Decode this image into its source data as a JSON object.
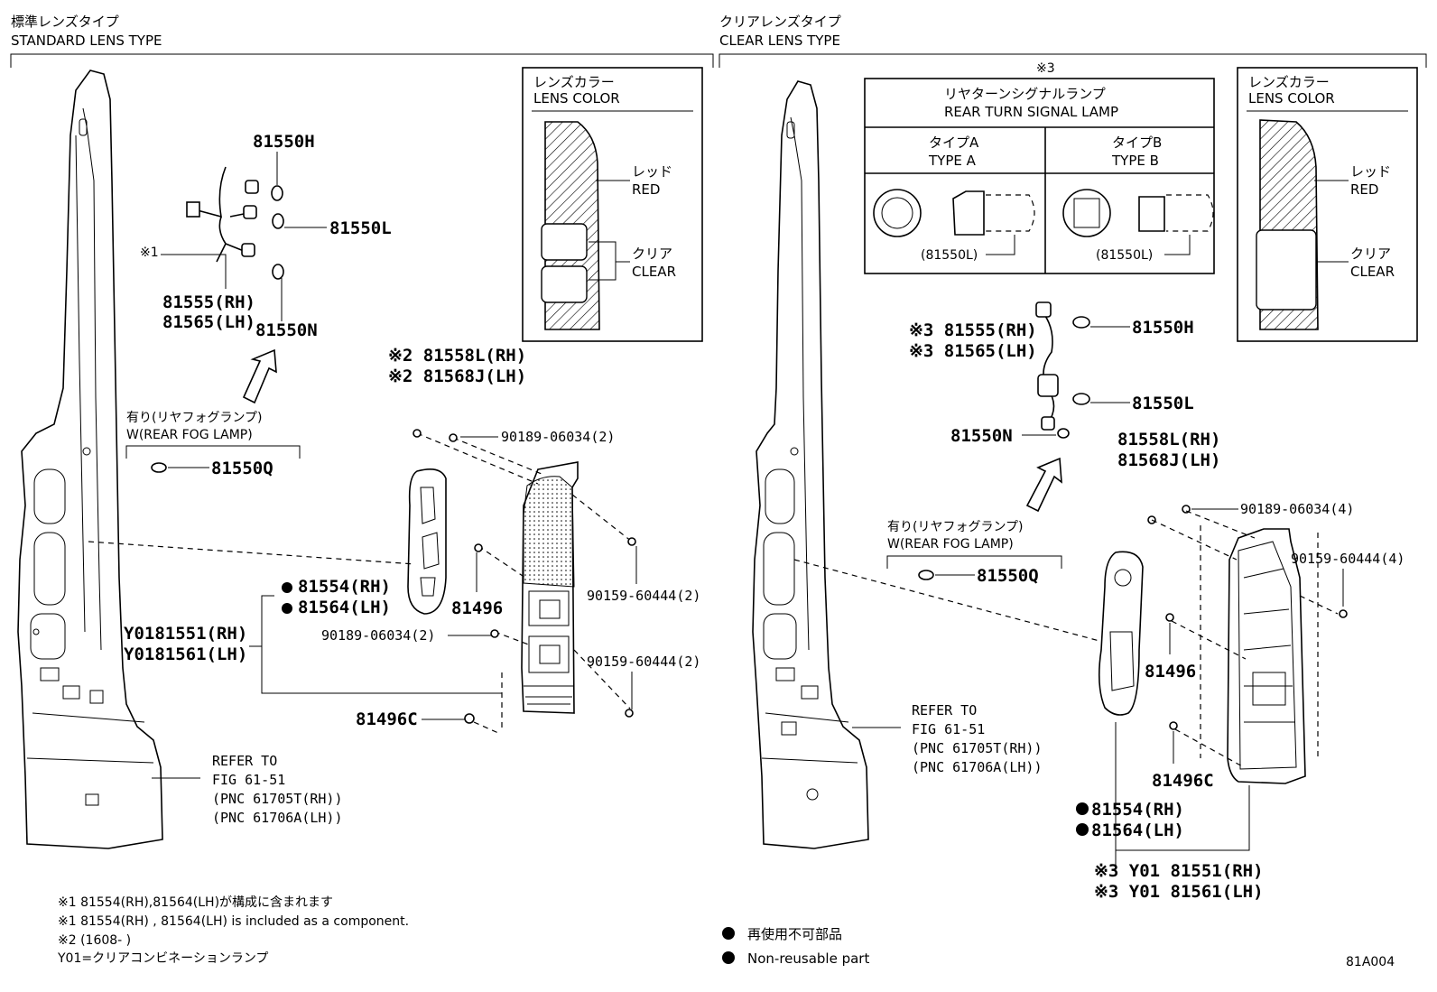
{
  "left": {
    "header_jp": "標準レンズタイプ",
    "header_en": "STANDARD LENS TYPE",
    "lens_color": {
      "title_jp": "レンズカラー",
      "title_en": "LENS COLOR",
      "red_jp": "レッド",
      "red_en": "RED",
      "clear_jp": "クリア",
      "clear_en": "CLEAR"
    },
    "parts": {
      "p81550h": "81550H",
      "p81550l": "81550L",
      "mark1": "※1",
      "p81555": "81555(RH)",
      "p81565": "81565(LH)",
      "p81550n": "81550N",
      "fog_jp": "有り(リヤフォグランプ)",
      "fog_en": "W(REAR FOG LAMP)",
      "p81550q": "81550Q",
      "p81558l": "※2 81558L(RH)",
      "p81568j": "※2 81568J(LH)",
      "p90189a": "90189-06034(2)",
      "p90159a": "90159-60444(2)",
      "p81554": "81554(RH)",
      "p81564": "81564(LH)",
      "p81496": "81496",
      "y81551": "Y0181551(RH)",
      "y81561": "Y0181561(LH)",
      "p90189b": "90189-06034(2)",
      "p90159b": "90159-60444(2)",
      "p81496c": "81496C",
      "refer1": "REFER TO",
      "refer2": "FIG 61-51",
      "refer3": "(PNC 61705T(RH))",
      "refer4": "(PNC 61706A(LH))"
    }
  },
  "right": {
    "header_jp": "クリアレンズタイプ",
    "header_en": "CLEAR LENS TYPE",
    "mark3": "※3",
    "turn_signal": {
      "title_jp": "リヤターンシグナルランプ",
      "title_en": "REAR TURN SIGNAL LAMP",
      "type_a_jp": "タイプA",
      "type_a_en": "TYPE A",
      "type_b_jp": "タイプB",
      "type_b_en": "TYPE B",
      "bulb_a": "(81550L)",
      "bulb_b": "(81550L)"
    },
    "lens_color": {
      "title_jp": "レンズカラー",
      "title_en": "LENS COLOR",
      "red_jp": "レッド",
      "red_en": "RED",
      "clear_jp": "クリア",
      "clear_en": "CLEAR"
    },
    "parts": {
      "p81555": "※3 81555(RH)",
      "p81565": "※3 81565(LH)",
      "p81550h": "81550H",
      "p81550l": "81550L",
      "p81550n": "81550N",
      "p81558l": "81558L(RH)",
      "p81568j": "81568J(LH)",
      "p90189": "90189-06034(4)",
      "fog_jp": "有り(リヤフォグランプ)",
      "fog_en": "W(REAR FOG LAMP)",
      "p90159": "90159-60444(4)",
      "p81550q": "81550Q",
      "p81496": "81496",
      "refer1": "REFER TO",
      "refer2": "FIG 61-51",
      "refer3": "(PNC 61705T(RH))",
      "refer4": "(PNC 61706A(LH))",
      "p81496c": "81496C",
      "p81554": "81554(RH)",
      "p81564": "81564(LH)",
      "y81551": "※3 Y01 81551(RH)",
      "y81561": "※3 Y01 81561(LH)"
    }
  },
  "notes": {
    "n1": "※1 81554(RH),81564(LH)が構成に含まれます",
    "n2": "※1 81554(RH) , 81564(LH) is included as a component.",
    "n3": "※2 (1608-       )",
    "n4": "Y01=クリアコンビネーションランプ",
    "legend_jp": "再使用不可部品",
    "legend_en": "Non-reusable part",
    "code": "81A004"
  }
}
